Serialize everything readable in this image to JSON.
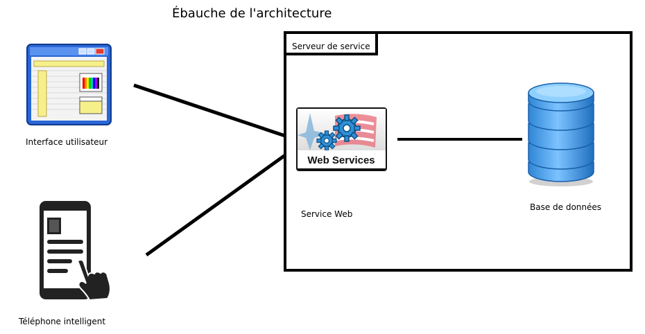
{
  "title": "Ébauche de l'architecture",
  "server": {
    "label": "Serveur de service"
  },
  "nodes": {
    "ui": {
      "label": "Interface utilisateur",
      "icon": "application-window-icon"
    },
    "phone": {
      "label": "Téléphone intelligent",
      "icon": "smartphone-touch-icon"
    },
    "webservice": {
      "label": "Service Web",
      "logo_text": "Web Services",
      "icon": "web-services-gears-icon"
    },
    "database": {
      "label": "Base de données",
      "icon": "database-icon"
    }
  },
  "colors": {
    "database": "#3f9be6",
    "ui_frame": "#1a57c9",
    "ui_panel": "#f7f08a",
    "logo_flag": "#e86b78"
  }
}
